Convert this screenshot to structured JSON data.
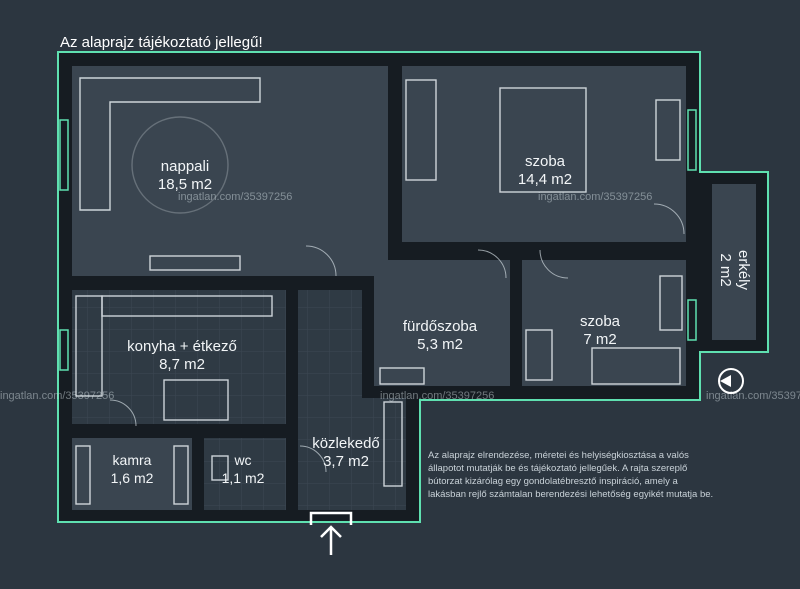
{
  "header": {
    "title": "Az alaprajz tájékoztató jellegű!"
  },
  "rooms": [
    {
      "id": "nappali",
      "name": "nappali",
      "area": "18,5 m2"
    },
    {
      "id": "szoba-large",
      "name": "szoba",
      "area": "14,4 m2"
    },
    {
      "id": "erkely",
      "name": "erkély",
      "area": "2 m2"
    },
    {
      "id": "furdoszoba",
      "name": "fürdőszoba",
      "area": "5,3 m2"
    },
    {
      "id": "szoba-small",
      "name": "szoba",
      "area": "7 m2"
    },
    {
      "id": "konyha",
      "name": "konyha + étkező",
      "area": "8,7 m2"
    },
    {
      "id": "kamra",
      "name": "kamra",
      "area": "1,6 m2"
    },
    {
      "id": "wc",
      "name": "wc",
      "area": "1,1 m2"
    },
    {
      "id": "kozlekedo",
      "name": "közlekedő",
      "area": "3,7 m2"
    }
  ],
  "watermark": "ingatlan.com/35397256",
  "footer": {
    "disclaimer": "Az alaprajz elrendezése, méretei és helyiségkiosztása a valós állapotot mutatják be és tájékoztató jellegűek. A rajta szereplő bútorzat kizárólag egy gondolatébresztő inspiráció, amely a lakásban rejlő számtalan berendezési lehetőség egyikét mutatja be."
  },
  "colors": {
    "outline": "#5fe0b0",
    "wall": "#151b21",
    "floor": "#3a4550",
    "background": "#2c3640"
  },
  "icons": {
    "compass": "north-compass-icon",
    "entrance": "entrance-arrow-icon"
  }
}
